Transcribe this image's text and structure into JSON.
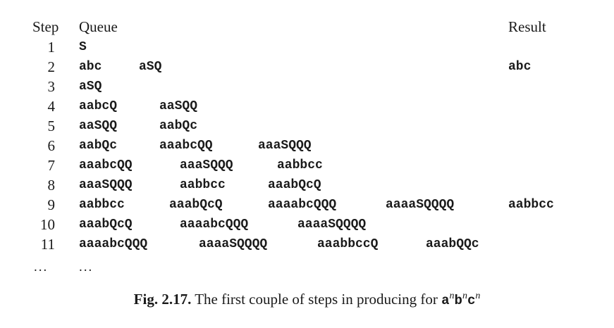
{
  "headers": {
    "step": "Step",
    "queue": "Queue",
    "result": "Result"
  },
  "rows": [
    {
      "step": "1",
      "queue": [
        "S"
      ],
      "result": ""
    },
    {
      "step": "2",
      "queue": [
        "abc",
        "aSQ"
      ],
      "result": "abc"
    },
    {
      "step": "3",
      "queue": [
        "aSQ"
      ],
      "result": ""
    },
    {
      "step": "4",
      "queue": [
        "aabcQ",
        "aaSQQ"
      ],
      "result": ""
    },
    {
      "step": "5",
      "queue": [
        "aaSQQ",
        "aabQc"
      ],
      "result": ""
    },
    {
      "step": "6",
      "queue": [
        "aabQc",
        "aaabcQQ",
        "aaaSQQQ"
      ],
      "result": ""
    },
    {
      "step": "7",
      "queue": [
        "aaabcQQ",
        "aaaSQQQ",
        "aabbcc"
      ],
      "result": ""
    },
    {
      "step": "8",
      "queue": [
        "aaaSQQQ",
        "aabbcc",
        "aaabQcQ"
      ],
      "result": ""
    },
    {
      "step": "9",
      "queue": [
        "aabbcc",
        "aaabQcQ",
        "aaaabcQQQ",
        "aaaaSQQQQ"
      ],
      "result": "aabbcc"
    },
    {
      "step": "10",
      "queue": [
        "aaabQcQ",
        "aaaabcQQQ",
        "aaaaSQQQQ"
      ],
      "result": ""
    },
    {
      "step": "11",
      "queue": [
        "aaaabcQQQ",
        "aaaaSQQQQ",
        "aaabbccQ",
        "aaabQQc"
      ],
      "result": ""
    }
  ],
  "ellipsis": {
    "step": "...",
    "queue": "..."
  },
  "caption": {
    "label": "Fig. 2.17.",
    "text": "The first couple of steps in producing for",
    "a": "a",
    "b": "b",
    "c": "c",
    "exp": "n"
  }
}
